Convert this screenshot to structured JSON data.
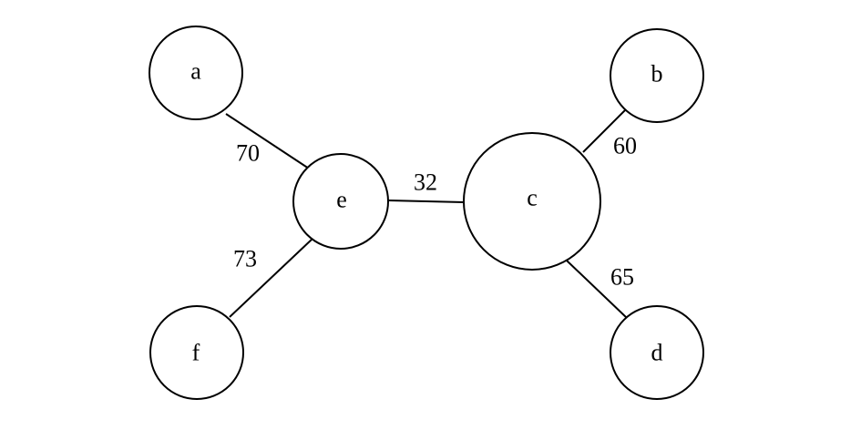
{
  "nodes": [
    {
      "id": "a",
      "label": "a"
    },
    {
      "id": "b",
      "label": "b"
    },
    {
      "id": "c",
      "label": "c"
    },
    {
      "id": "d",
      "label": "d"
    },
    {
      "id": "e",
      "label": "e"
    },
    {
      "id": "f",
      "label": "f"
    }
  ],
  "edges": [
    {
      "from": "a",
      "to": "e",
      "weight": "70"
    },
    {
      "from": "f",
      "to": "e",
      "weight": "73"
    },
    {
      "from": "e",
      "to": "c",
      "weight": "32"
    },
    {
      "from": "c",
      "to": "b",
      "weight": "60"
    },
    {
      "from": "c",
      "to": "d",
      "weight": "65"
    }
  ]
}
